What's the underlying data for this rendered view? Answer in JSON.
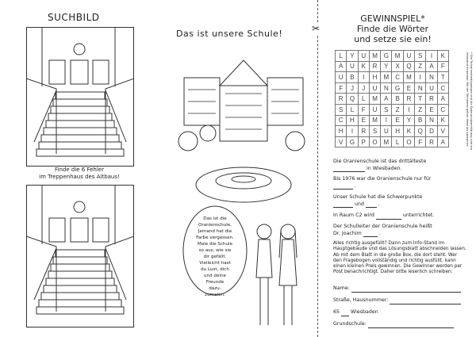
{
  "left": {
    "title": "SUCHBILD",
    "caption_line1": "Finde die 6 Fehler",
    "caption_line2": "im Treppenhaus des Altbaus!"
  },
  "middle": {
    "title": "Das ist unsere Schule!",
    "bubble": [
      "Das ist die",
      "Oranienschule.",
      "Jemand hat die",
      "Farbe vergessen.",
      "Male die Schule",
      "so aus, wie sie",
      "dir gefällt.",
      "Vielleicht hast",
      "du Lust, dich",
      "und deine",
      "Freunde",
      "dazu-",
      "zumalen."
    ]
  },
  "cut": {
    "icon": "scissors-icon"
  },
  "right": {
    "title1": "GEWINNSPIEL*",
    "title2": "Finde die Wörter",
    "title3": "und setze sie ein!",
    "grid": [
      "LYUMGMUSIK",
      "AUKRYXQZAF",
      "UBIHMCMINT",
      "FJJUNGENUC",
      "RQLMABRTRA",
      "SLFUSZIZEC",
      "CHEMIEYBNK",
      "HIRSUHKQDV",
      "VGPOMLOFRA"
    ],
    "footnote": "* Die Teilnahmebedingungen und die Datenschutzerklärung sind am Infostand einsehbar. Mit der Teilnahme gelten diese als akzeptiert.",
    "q1a": "Die Oranienschule ist das drittälteste",
    "q1b": "in Wiesbaden.",
    "q2": "Bis 1976 war die Oranienschule nur für",
    "q3": "Unser Schule hat die Schwerpunkte",
    "q3and": "und",
    "q4a": "In Raum C2 wird",
    "q4b": "unterrichtet.",
    "q5a": "Der Schulleiter der Oranienschule heißt",
    "q5b": "Dr. Joachim",
    "instructions": "Alles richtig ausgefüllt? Dann zum Info-Stand im Hauptgebäude und das Lösungsblatt abschneiden lassen. Ab mit dem Blatt in die große Box, die dort steht. Wer den Fragebogen vollständig und richtig ausfüllt, kann einen kleinen Preis gewinnen. Die Gewinner werden per Post benachrichtigt. Daher bitte leserlich schreiben:",
    "name": "Name:",
    "street": "Straße, Hausnummer:",
    "zip_prefix": "65",
    "city": "Wiesbaden",
    "school": "Grundschule:"
  }
}
